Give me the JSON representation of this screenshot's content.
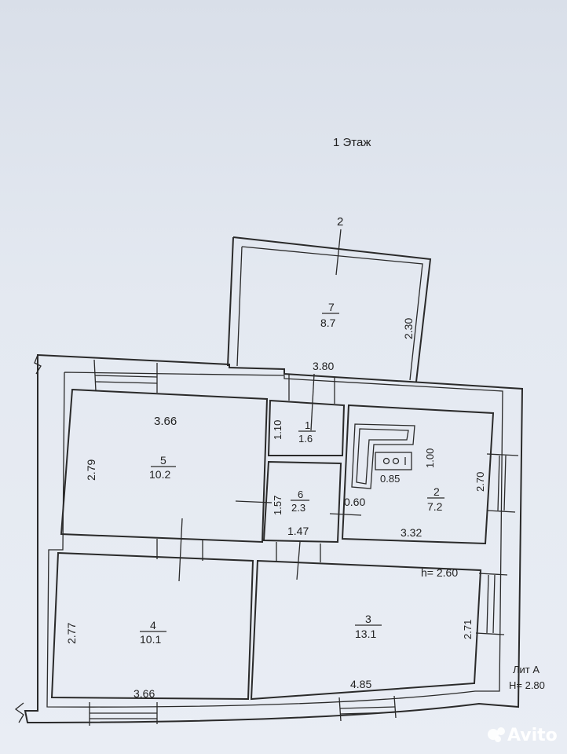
{
  "floor_label": "1 Этаж",
  "section_marker": "2",
  "litera": {
    "name": "Лит А",
    "height": "H= 2.80"
  },
  "ceiling_height": "h= 2.60",
  "rooms": [
    {
      "num": "7",
      "area": "8.7"
    },
    {
      "num": "1",
      "area": "1.6"
    },
    {
      "num": "5",
      "area": "10.2"
    },
    {
      "num": "6",
      "area": "2.3"
    },
    {
      "num": "2",
      "area": "7.2"
    },
    {
      "num": "4",
      "area": "10.1"
    },
    {
      "num": "3",
      "area": "13.1"
    }
  ],
  "dimensions": {
    "d230": "2.30",
    "d380": "3.80",
    "d366_top": "3.66",
    "d279": "2.79",
    "d110": "1.10",
    "d100": "1.00",
    "d085": "0.85",
    "d270": "2.70",
    "d157": "1.57",
    "d060": "0.60",
    "d147": "1.47",
    "d332": "3.32",
    "d277": "2.77",
    "d271": "2.71",
    "d366_bottom": "3.66",
    "d485": "4.85"
  },
  "watermark": "Avito"
}
